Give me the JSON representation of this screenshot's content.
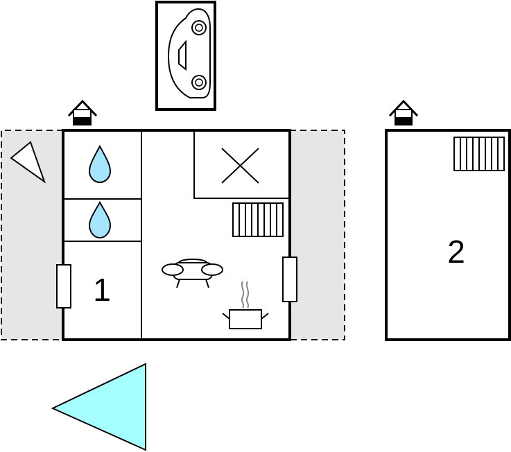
{
  "floorplan": {
    "rooms": [
      {
        "id": "building-1",
        "label": "1"
      },
      {
        "id": "building-2",
        "label": "2"
      }
    ],
    "icons": [
      "car-icon",
      "entrance-house-icon",
      "water-drop-icon",
      "bed-cross-icon",
      "stairs-icon",
      "sofa-icon",
      "cooking-pot-icon",
      "radiator-icon",
      "sun-direction-icon",
      "compass-arrow-icon"
    ],
    "colors": {
      "wall": "#000000",
      "terrace": "#e6e6e6",
      "water": "#a6e5ff",
      "sun": "#a6ffff",
      "steam": "#888888"
    }
  }
}
